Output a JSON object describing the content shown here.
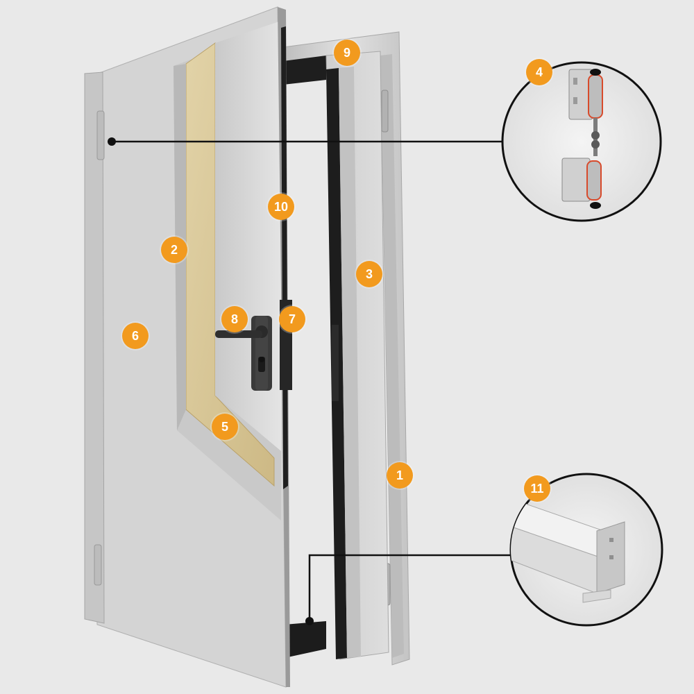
{
  "diagram": {
    "subject": "steel-door-with-frame-exploded-view",
    "colors": {
      "background": "#e9e9e9",
      "callout": "#f29a1e",
      "callout_text": "#ffffff",
      "leader_line": "#111111",
      "insulation": "#d9c79a",
      "steel": "#d3d3d3"
    },
    "callouts": [
      {
        "id": "frame",
        "label": "1"
      },
      {
        "id": "insulation-edge",
        "label": "2"
      },
      {
        "id": "door-leaf-edge",
        "label": "3"
      },
      {
        "id": "hinge",
        "label": "4"
      },
      {
        "id": "insulation-bottom",
        "label": "5"
      },
      {
        "id": "door-face",
        "label": "6"
      },
      {
        "id": "lock",
        "label": "7"
      },
      {
        "id": "handle",
        "label": "8"
      },
      {
        "id": "frame-top",
        "label": "9"
      },
      {
        "id": "seal",
        "label": "10"
      },
      {
        "id": "threshold-profile",
        "label": "11"
      }
    ],
    "details": [
      {
        "id": "hinge-detail",
        "callout": "4",
        "icon": "hinge-icon"
      },
      {
        "id": "threshold-detail",
        "callout": "11",
        "icon": "profile-icon"
      }
    ]
  }
}
